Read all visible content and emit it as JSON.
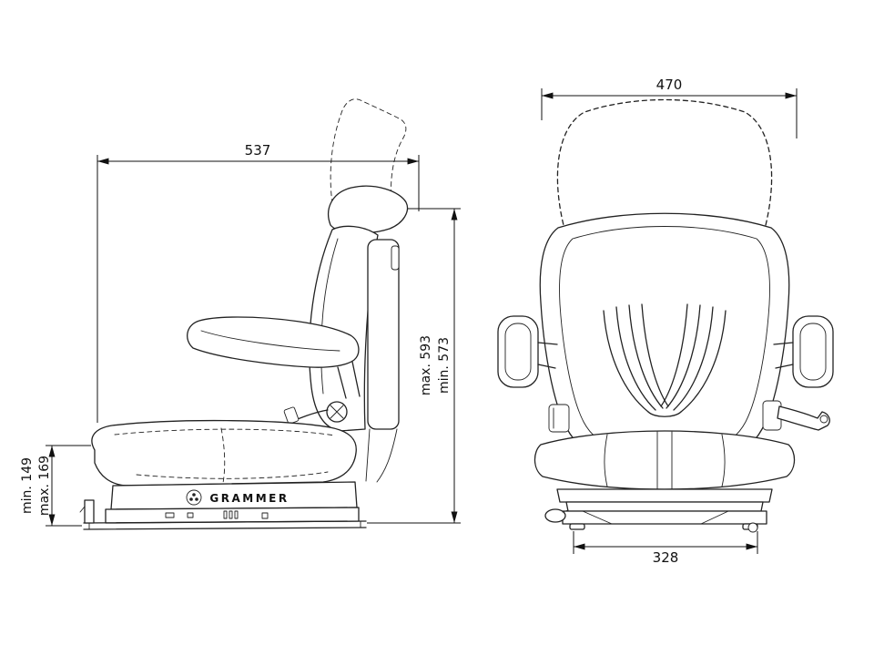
{
  "diagram": {
    "brand": "GRAMMER",
    "ink_color": "#222222",
    "dimensions": {
      "side_depth": "537",
      "front_width": "470",
      "height_max": "max. 593",
      "height_min": "min. 573",
      "base_min": "min. 149",
      "base_max": "max. 169",
      "rail_width": "328"
    }
  }
}
